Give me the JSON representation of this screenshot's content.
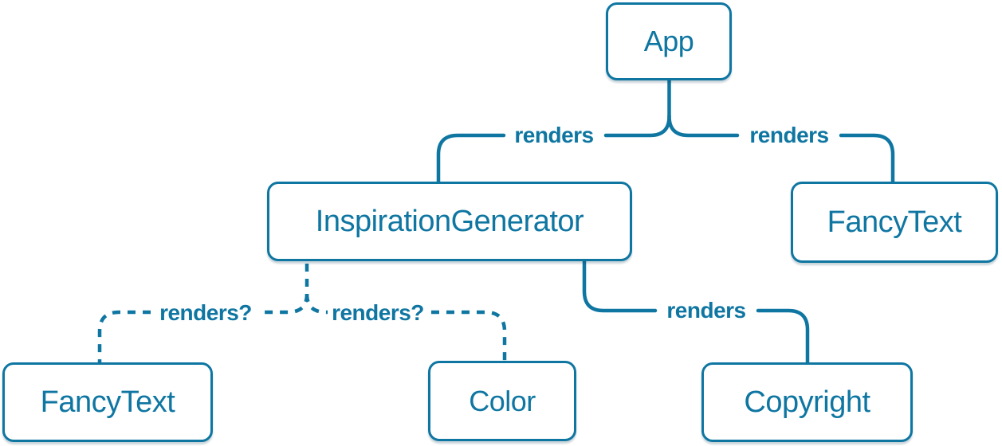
{
  "diagram": {
    "kind": "react-component-render-tree",
    "colors": {
      "accent": "#0f76a2",
      "node_fill": "#ffffff",
      "background": "#ffffff"
    },
    "nodes": [
      {
        "id": "app",
        "label": "App"
      },
      {
        "id": "inspiration-generator",
        "label": "InspirationGenerator"
      },
      {
        "id": "fancy-text-top",
        "label": "FancyText"
      },
      {
        "id": "fancy-text-bottom",
        "label": "FancyText"
      },
      {
        "id": "color",
        "label": "Color"
      },
      {
        "id": "copyright",
        "label": "Copyright"
      }
    ],
    "edges": [
      {
        "from": "App",
        "to": "InspirationGenerator",
        "label": "renders",
        "style": "solid"
      },
      {
        "from": "App",
        "to": "FancyText",
        "label": "renders",
        "style": "solid"
      },
      {
        "from": "InspirationGenerator",
        "to": "FancyText",
        "label": "renders?",
        "style": "dashed"
      },
      {
        "from": "InspirationGenerator",
        "to": "Color",
        "label": "renders?",
        "style": "dashed"
      },
      {
        "from": "InspirationGenerator",
        "to": "Copyright",
        "label": "renders",
        "style": "solid"
      }
    ]
  }
}
